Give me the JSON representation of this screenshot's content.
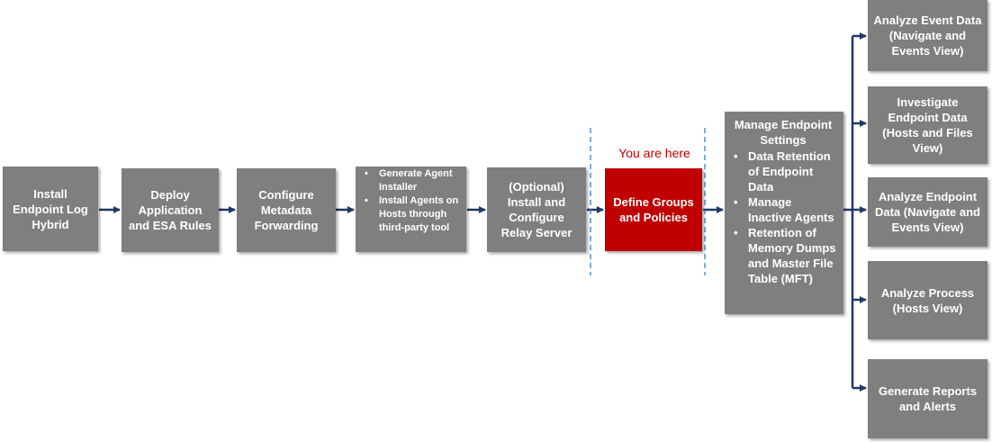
{
  "steps": {
    "install_endpoint": "Install Endpoint Log Hybrid",
    "deploy_rules": "Deploy Application and ESA Rules",
    "configure_metadata": "Configure Metadata Forwarding",
    "agents": {
      "items": [
        "Generate Agent Installer",
        "Install Agents on Hosts through third-party tool"
      ]
    },
    "relay_server": "(Optional) Install and Configure Relay Server",
    "define_groups": "Define Groups and Policies",
    "manage_settings": {
      "title": "Manage Endpoint Settings",
      "items": [
        "Data Retention of Endpoint Data",
        "Manage Inactive Agents",
        "Retention of Memory Dumps and Master File Table (MFT)"
      ]
    }
  },
  "you_are_here": "You are here",
  "outcomes": [
    "Analyze Event Data (Navigate and Events View)",
    "Investigate Endpoint Data (Hosts and Files View)",
    "Analyze Endpoint Data (Navigate and Events View)",
    "Analyze Process (Hosts View)",
    "Generate Reports and Alerts"
  ],
  "colors": {
    "box": "#7f7f7f",
    "current": "#c00000",
    "arrow": "#1f3864",
    "divider": "#2e75b6"
  }
}
